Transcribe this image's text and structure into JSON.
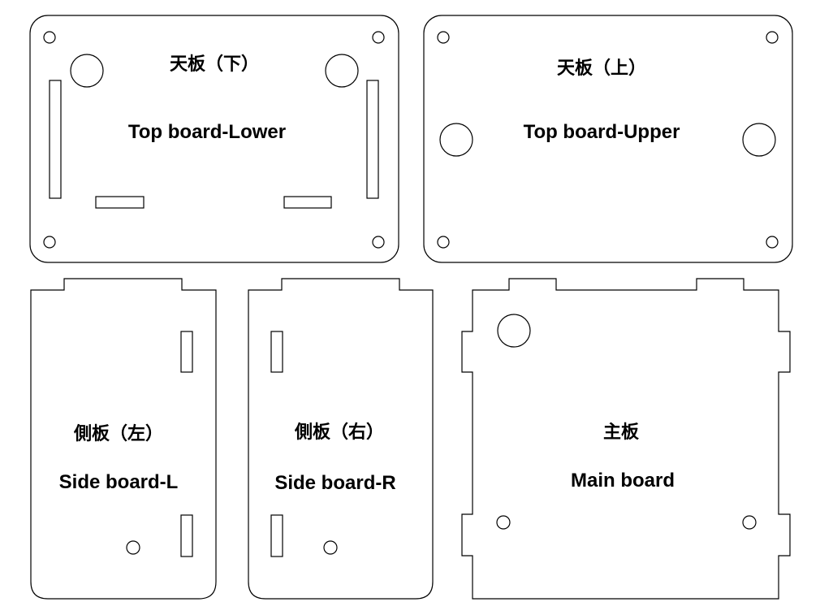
{
  "parts": {
    "top_lower": {
      "label_ja": "天板（下）",
      "label_en": "Top board-Lower"
    },
    "top_upper": {
      "label_ja": "天板（上）",
      "label_en": "Top board-Upper"
    },
    "side_left": {
      "label_ja": "側板（左）",
      "label_en": "Side board-L"
    },
    "side_right": {
      "label_ja": "側板（右）",
      "label_en": "Side board-R"
    },
    "main": {
      "label_ja": "主板",
      "label_en": "Main board"
    }
  },
  "colors": {
    "stroke": "#000000",
    "fill": "#ffffff"
  }
}
